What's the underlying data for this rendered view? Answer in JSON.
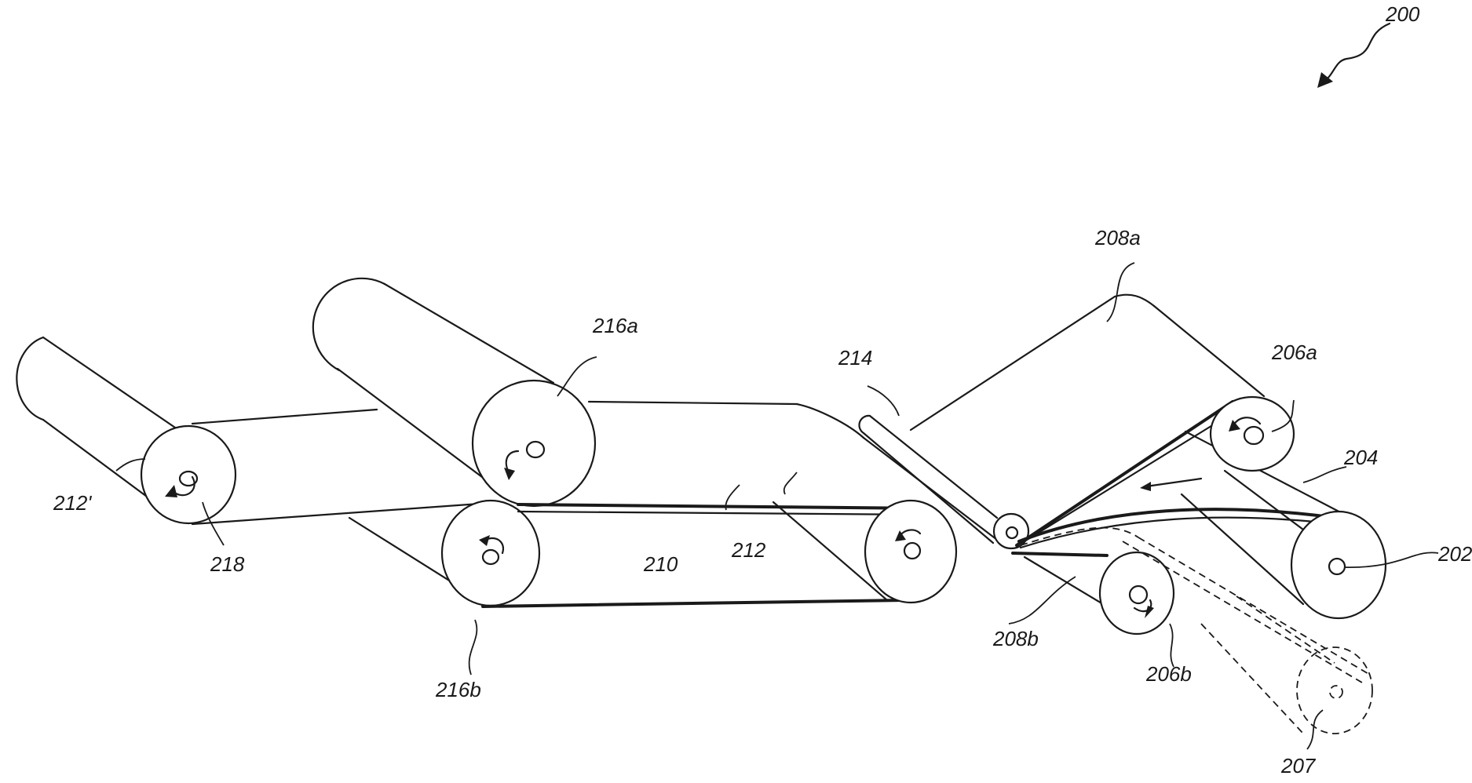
{
  "labels": {
    "fig_ref": "200",
    "roll_212p": "212'",
    "rot_218": "218",
    "roll_216a": "216a",
    "roll_216b": "216b",
    "layer_210": "210",
    "layer_212": "212",
    "roll_214": "214",
    "film_208a": "208a",
    "film_208b": "208b",
    "roll_206a": "206a",
    "roll_206b": "206b",
    "web_204": "204",
    "roll_202": "202",
    "roll_207": "207"
  }
}
